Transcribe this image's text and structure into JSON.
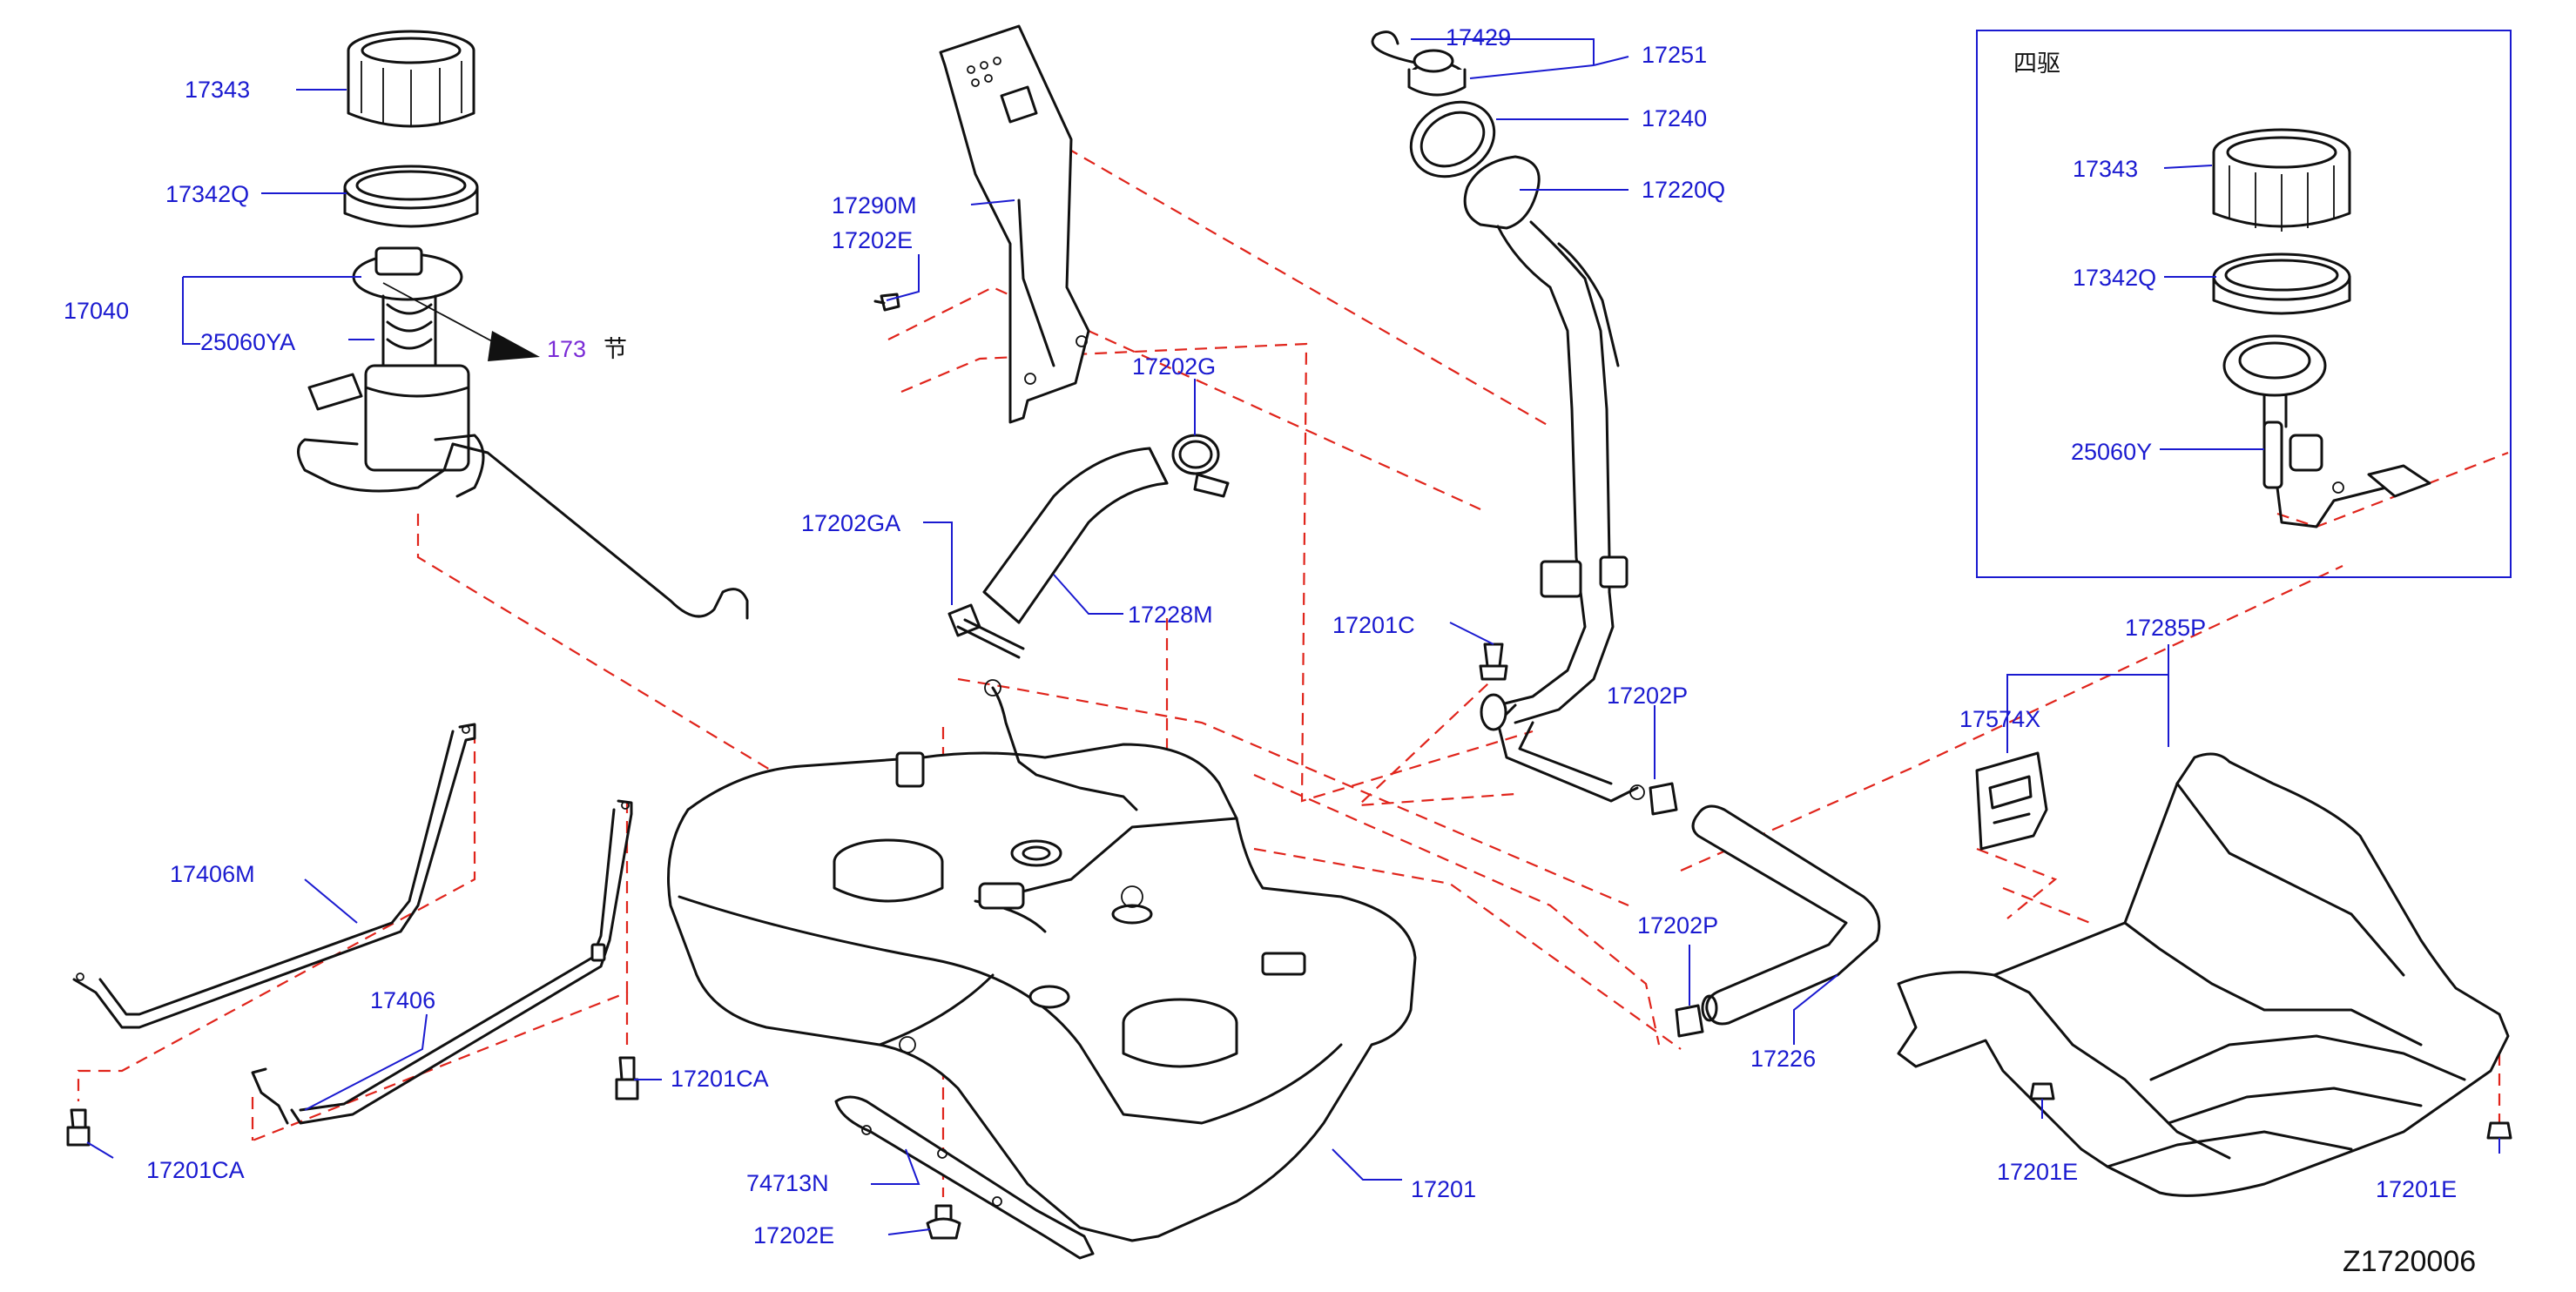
{
  "diagram_id": "Z1720006",
  "inset_title": "四驱",
  "arrow_ref": {
    "number": "173",
    "suffix": "节"
  },
  "labels": {
    "p17343": "17343",
    "p17342Q": "17342Q",
    "p17040": "17040",
    "p25060YA": "25060YA",
    "p17290M": "17290M",
    "p17202E_top": "17202E",
    "p17202G": "17202G",
    "p17202GA": "17202GA",
    "p17228M": "17228M",
    "p17429": "17429",
    "p17251": "17251",
    "p17240": "17240",
    "p17220Q": "17220Q",
    "p17201C": "17201C",
    "p17202P_a": "17202P",
    "p17202P_b": "17202P",
    "p17226": "17226",
    "p17406M": "17406M",
    "p17406": "17406",
    "p17201CA_a": "17201CA",
    "p17201CA_b": "17201CA",
    "p74713N": "74713N",
    "p17202E_bottom": "17202E",
    "p17201": "17201",
    "p17285P": "17285P",
    "p17574X": "17574X",
    "p17201E_a": "17201E",
    "p17201E_b": "17201E",
    "inset_17343": "17343",
    "inset_17342Q": "17342Q",
    "inset_25060Y": "25060Y"
  },
  "colors": {
    "label": "#1a1ad0",
    "leader": "#1a1ad0",
    "dashed_link": "#e0241b",
    "part_outline": "#111111",
    "section_ref": "#7a2bd6",
    "inset_border": "#1a1ad0"
  }
}
